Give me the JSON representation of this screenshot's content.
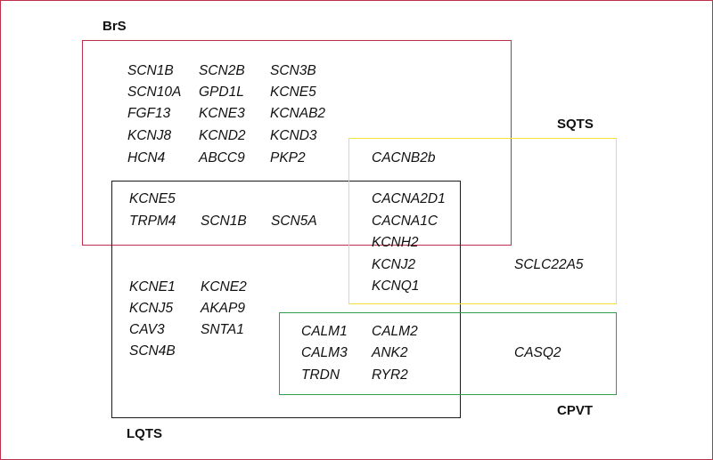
{
  "labels": {
    "brs": "BrS",
    "sqts": "SQTS",
    "lqts": "LQTS",
    "cpvt": "CPVT"
  },
  "colors": {
    "brs": "#c0304a",
    "lqts": "#1a1a1a",
    "sqts": "#f2e23a",
    "cpvt": "#2e9e4a"
  },
  "genes": {
    "brs_only": [
      "SCN1B",
      "SCN2B",
      "SCN3B",
      "SCN10A",
      "GPD1L",
      "KCNE5",
      "FGF13",
      "KCNE3",
      "KCNAB2",
      "KCNJ8",
      "KCND2",
      "KCND3",
      "HCN4",
      "ABCC9",
      "PKP2"
    ],
    "brs_sqts": [
      "CACNB2b"
    ],
    "brs_lqts": [
      "KCNE5",
      "TRPM4",
      "SCN1B",
      "SCN5A"
    ],
    "brs_lqts_sqts": [
      "CACNA2D1",
      "CACNA1C",
      "KCNH2"
    ],
    "lqts_sqts": [
      "KCNJ2",
      "KCNQ1"
    ],
    "sqts_only": [
      "SCLC22A5"
    ],
    "lqts_only": [
      "KCNE1",
      "KCNE2",
      "KCNJ5",
      "AKAP9",
      "CAV3",
      "SNTA1",
      "SCN4B"
    ],
    "lqts_cpvt": [
      "CALM1",
      "CALM2",
      "CALM3",
      "ANK2",
      "TRDN",
      "RYR2"
    ],
    "cpvt_only": [
      "CASQ2"
    ]
  }
}
